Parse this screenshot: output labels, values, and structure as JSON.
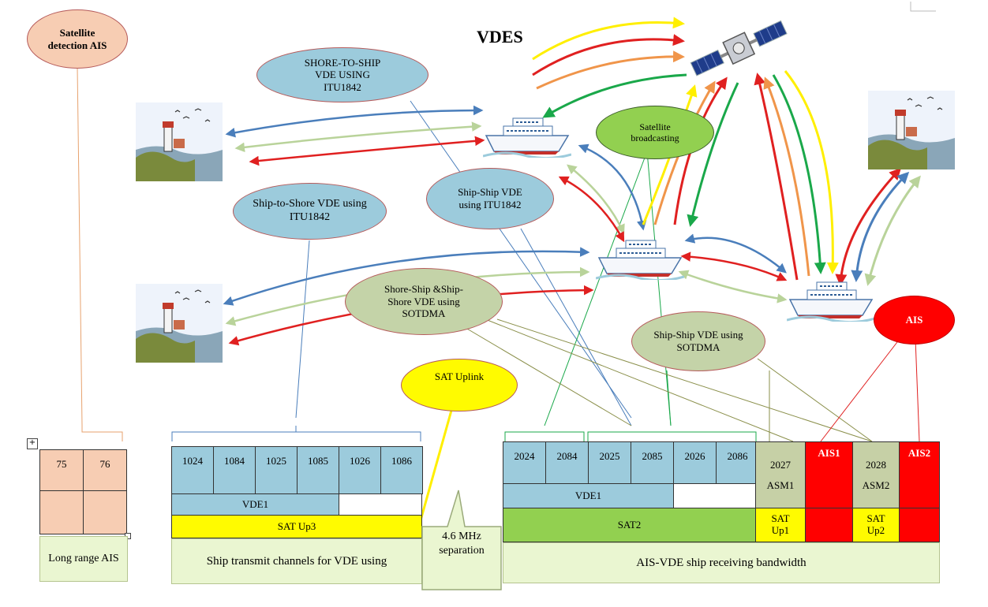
{
  "title": "VDES",
  "ellipses": {
    "sat_detection": "Satellite detection AIS",
    "shore_to_ship": "SHORE-TO-SHIP VDE USING ITU1842",
    "sat_broadcasting": "Satellite broadcasting",
    "ship_to_shore": "Ship-to-Shore VDE using ITU1842",
    "ship_ship_itu": "Ship-Ship VDE using ITU1842",
    "shore_ship_sotdma": "Shore-Ship &Ship-Shore VDE using SOTDMA",
    "ship_ship_sotdma": "Ship-Ship VDE using SOTDMA",
    "sat_uplink": "SAT Uplink",
    "ais": "AIS"
  },
  "long_range": {
    "ch1": "75",
    "ch2": "76",
    "label": "Long range AIS"
  },
  "transmit": {
    "channels": [
      "1024",
      "1084",
      "1025",
      "1085",
      "1026",
      "1086"
    ],
    "vde": "VDE1",
    "sat": "SAT Up3",
    "label": "Ship transmit channels for VDE using"
  },
  "separation": "4.6 MHz separation",
  "receive": {
    "channels": [
      "2024",
      "2084",
      "2025",
      "2085",
      "2026",
      "2086"
    ],
    "ch2027": "2027",
    "asm1": "ASM1",
    "ais1": "AIS1",
    "ch2028": "2028",
    "asm2": "ASM2",
    "ais2": "AIS2",
    "vde": "VDE1",
    "sat2": "SAT2",
    "satup1": "SAT Up1",
    "satup2": "SAT Up2",
    "label": "AIS-VDE ship receiving bandwidth"
  },
  "colors": {
    "arrow_blue": "#4a7ebb",
    "arrow_green_light": "#b9d39a",
    "arrow_red": "#e02020",
    "arrow_yellow": "#ffef00",
    "arrow_orange": "#f0954a",
    "arrow_green": "#1aa84a"
  }
}
